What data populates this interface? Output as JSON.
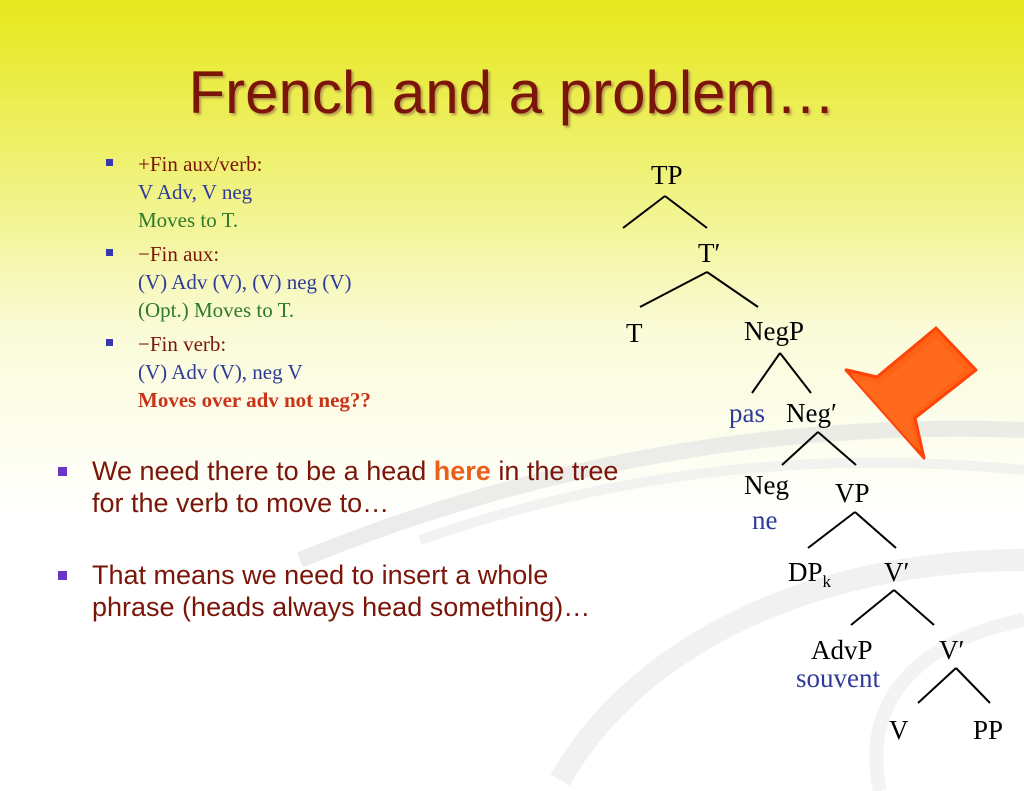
{
  "slide": {
    "title": "French and a problem…",
    "bullets_top": [
      {
        "heading": "+Fin aux/verb:",
        "pattern": "V Adv, V neg",
        "result": "Moves to T."
      },
      {
        "heading": "−Fin aux:",
        "pattern": "(V) Adv (V), (V) neg (V)",
        "result": "(Opt.) Moves to T."
      },
      {
        "heading": "−Fin verb:",
        "pattern": "(V) Adv (V), neg V",
        "result": "Moves over adv not neg??"
      }
    ],
    "bullets_bottom": [
      {
        "before": "We need there to be a head ",
        "highlight": "here",
        "after": " in the tree for the verb to move to…"
      },
      {
        "text": "That means we need to insert a whole phrase (heads always head something)…"
      }
    ]
  },
  "tree": {
    "tp": "TP",
    "tbar": "T′",
    "t": "T",
    "negp": "NegP",
    "pas": "pas",
    "negbar": "Neg′",
    "neg": "Neg",
    "ne": "ne",
    "vp": "VP",
    "dp": "DP",
    "dp_sub": "k",
    "vbar1": "V′",
    "advp": "AdvP",
    "souvent": "souvent",
    "vbar2": "V′",
    "v": "V",
    "pp": "PP"
  },
  "colors": {
    "title": "#7a1508",
    "text_dark_red": "#7a1508",
    "text_blue": "#2e3b9a",
    "text_green": "#2f7a2a",
    "emphasis_orange": "#c8341a",
    "highlight_orange": "#e8601a",
    "arrow_fill": "#ff5a0a",
    "arrow_stroke": "#ff3a00"
  },
  "icons": {
    "pointer": "orange-arrow-icon"
  }
}
